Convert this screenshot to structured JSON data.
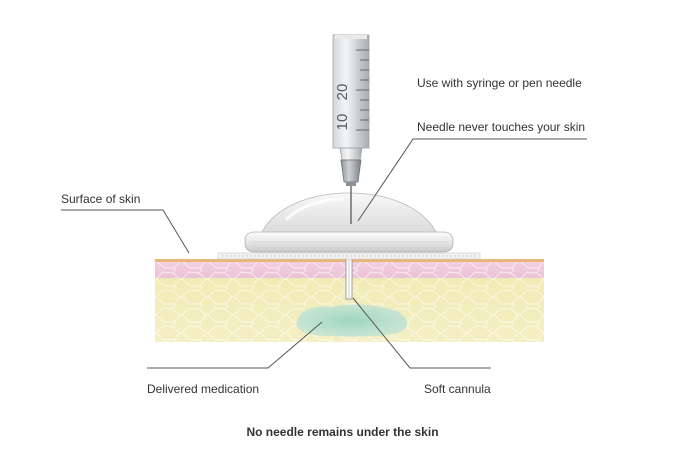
{
  "labels": {
    "syringe": "Use with syringe or pen needle",
    "needle_never": "Needle never touches your skin",
    "surface": "Surface of skin",
    "medication": "Delivered medication",
    "cannula": "Soft cannula"
  },
  "caption": "No needle remains under the skin",
  "syringe_scale": [
    "20",
    "10"
  ],
  "colors": {
    "skin_top": "#f0c8dc",
    "fat_layer": "#f2edb8",
    "surface_line": "#e8b57a",
    "medication": "#a6d9c7",
    "leader_line": "#555555"
  }
}
